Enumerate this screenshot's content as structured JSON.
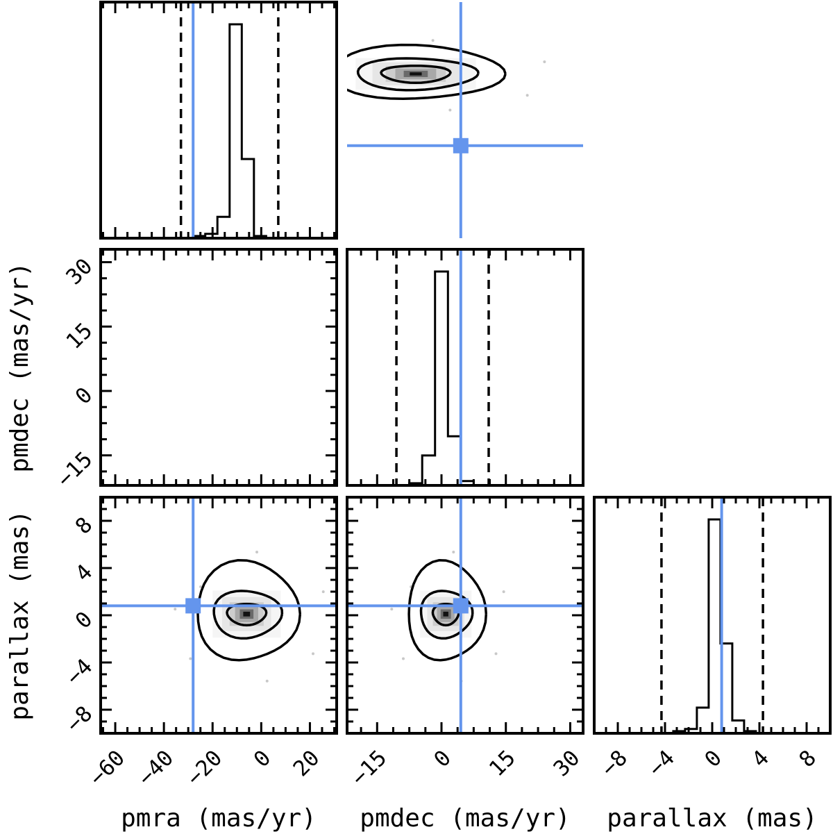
{
  "chart_data": {
    "type": "corner",
    "parameters": [
      "pmra",
      "pmdec",
      "parallax"
    ],
    "axis_labels": [
      "pmra (mas/yr)",
      "pmdec (mas/yr)",
      "parallax (mas)"
    ],
    "ranges": [
      [
        -66,
        31
      ],
      [
        -22,
        33
      ],
      [
        -10,
        10
      ]
    ],
    "ticks": [
      [
        -60,
        -40,
        -20,
        0,
        20
      ],
      [
        -15,
        0,
        15,
        30
      ],
      [
        -8,
        -4,
        0,
        4,
        8
      ]
    ],
    "tick_labels": [
      [
        "−60",
        "−40",
        "−20",
        "0",
        "20"
      ],
      [
        "−15",
        "0",
        "15",
        "30"
      ],
      [
        "−8",
        "−4",
        "0",
        "4",
        "8"
      ]
    ],
    "truths": [
      -28,
      4.5,
      0.8
    ],
    "truth_color": "#6495ed",
    "quantile_lines": [
      [
        -33,
        7
      ],
      [
        -10.5,
        11
      ],
      [
        -4.3,
        4.3
      ]
    ],
    "histograms": [
      {
        "bin_edges": [
          -38,
          -33,
          -28,
          -23,
          -18,
          -13,
          -8,
          -3,
          2,
          7
        ],
        "counts": [
          0,
          0,
          1,
          2,
          10,
          100,
          37,
          1,
          0
        ]
      },
      {
        "bin_edges": [
          -10.5,
          -7.5,
          -4.5,
          -1.5,
          1.5,
          4.5,
          7.5,
          10.5
        ],
        "counts": [
          0,
          1,
          14,
          100,
          23,
          2,
          0
        ]
      },
      {
        "bin_edges": [
          -4.3,
          -3.3,
          -2.3,
          -1.3,
          -0.3,
          0.7,
          1.7,
          2.7,
          3.7,
          4.3
        ],
        "counts": [
          0,
          1,
          2,
          12,
          100,
          42,
          6,
          1,
          0
        ]
      }
    ],
    "contours": [
      {
        "x": 1,
        "y": 0,
        "center": [
          -6,
          1.5
        ],
        "radii": [
          [
            8,
            3.5
          ],
          [
            14,
            6.5
          ],
          [
            20,
            11
          ]
        ]
      },
      {
        "x": 0,
        "y": 2,
        "center": [
          -6,
          0.1
        ],
        "radii": [
          [
            8,
            0.9
          ],
          [
            14,
            2.0
          ],
          [
            21,
            4.2
          ]
        ]
      },
      {
        "x": 1,
        "y": 2,
        "center": [
          1,
          0.1
        ],
        "radii": [
          [
            3,
            0.9
          ],
          [
            6,
            2.0
          ],
          [
            9,
            4.2
          ]
        ]
      }
    ],
    "grid": false,
    "legend": "none"
  }
}
